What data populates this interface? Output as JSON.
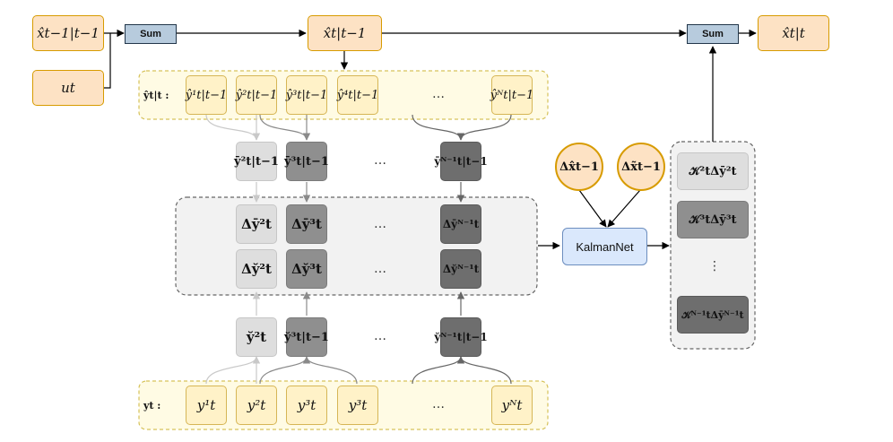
{
  "top": {
    "prev_state": "x̂t−1|t−1",
    "control": "ut",
    "sum_left": "Sum",
    "prior": "x̂t|t−1",
    "sum_right": "Sum",
    "posterior": "x̂t|t"
  },
  "pred_row": {
    "label": "ŷt|t :",
    "items": [
      "ŷ¹t|t−1",
      "ŷ²t|t−1",
      "ŷ³t|t−1",
      "ŷ⁴t|t−1",
      "ŷᴺt|t−1"
    ],
    "ellipsis": "…"
  },
  "diff_pred": [
    "ȳ²t|t−1",
    "ȳ³t|t−1",
    "ȳᴺ⁻¹t|t−1"
  ],
  "center_panel": {
    "row1": [
      "Δȳ²t",
      "Δȳ³t",
      "Δȳᴺ⁻¹t"
    ],
    "row2": [
      "Δy̆²t",
      "Δy̆³t",
      "Δy̆ᴺ⁻¹t"
    ]
  },
  "diff_obs": [
    "y̆²t",
    "y̆³t|t−1",
    "y̆ᴺ⁻¹t|t−1"
  ],
  "obs_row": {
    "label": "yt :",
    "items": [
      "y¹t",
      "y²t",
      "y³t",
      "y³t",
      "yᴺt"
    ]
  },
  "circles": [
    "Δx̂t−1",
    "Δx̃t−1"
  ],
  "kalman": "KalmanNet",
  "gain_panel": [
    "𝒦²tΔȳ²t",
    "𝒦³tΔȳ³t",
    "𝒦ᴺ⁻¹tΔȳᴺ⁻¹t"
  ],
  "ellipsis": "…",
  "vellipsis": "⋮",
  "colors": {
    "orange_fill": "#fde2c4",
    "orange_stroke": "#d79b00",
    "yellow_fill": "#fff2c8",
    "yellow_stroke": "#d6b656",
    "sum_fill": "#b7cbdd",
    "kalman_fill": "#dae8fc",
    "kalman_stroke": "#6c8ebf"
  }
}
